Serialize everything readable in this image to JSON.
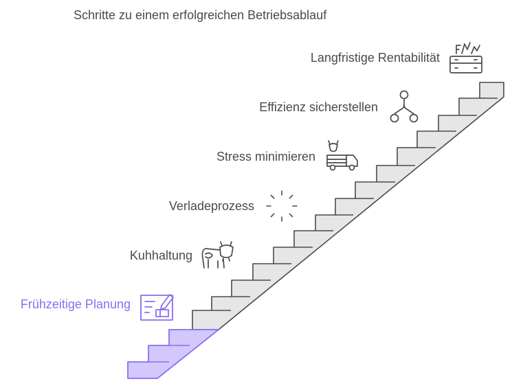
{
  "title": "Schritte zu einem erfolgreichen Betriebsablauf",
  "steps": [
    {
      "label": "Frühzeitige Planung",
      "icon": "blueprint-icon",
      "highlighted": true
    },
    {
      "label": "Kuhhaltung",
      "icon": "cow-icon",
      "highlighted": false
    },
    {
      "label": "Verladeprozess",
      "icon": "loading-spinner-icon",
      "highlighted": false
    },
    {
      "label": "Stress minimieren",
      "icon": "livestock-truck-icon",
      "highlighted": false
    },
    {
      "label": "Effizienz sicherstellen",
      "icon": "branching-flow-icon",
      "highlighted": false
    },
    {
      "label": "Langfristige Rentabilität",
      "icon": "crop-box-icon",
      "highlighted": false
    }
  ],
  "colors": {
    "accent": "#8b6cf0",
    "accent_fill": "#d2c8fb",
    "stair_fill": "#e6e6e6",
    "stroke": "#4a4a4a",
    "text": "#4a4a4a"
  }
}
